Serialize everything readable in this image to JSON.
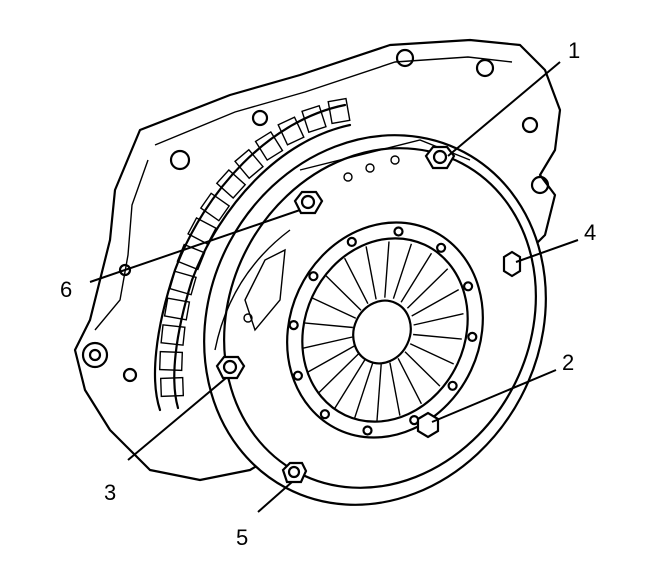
{
  "diagram": {
    "callouts": [
      {
        "label": "1"
      },
      {
        "label": "2"
      },
      {
        "label": "3"
      },
      {
        "label": "4"
      },
      {
        "label": "5"
      },
      {
        "label": "6"
      }
    ]
  },
  "colors": {
    "ink": "#000000",
    "paper": "#ffffff"
  }
}
